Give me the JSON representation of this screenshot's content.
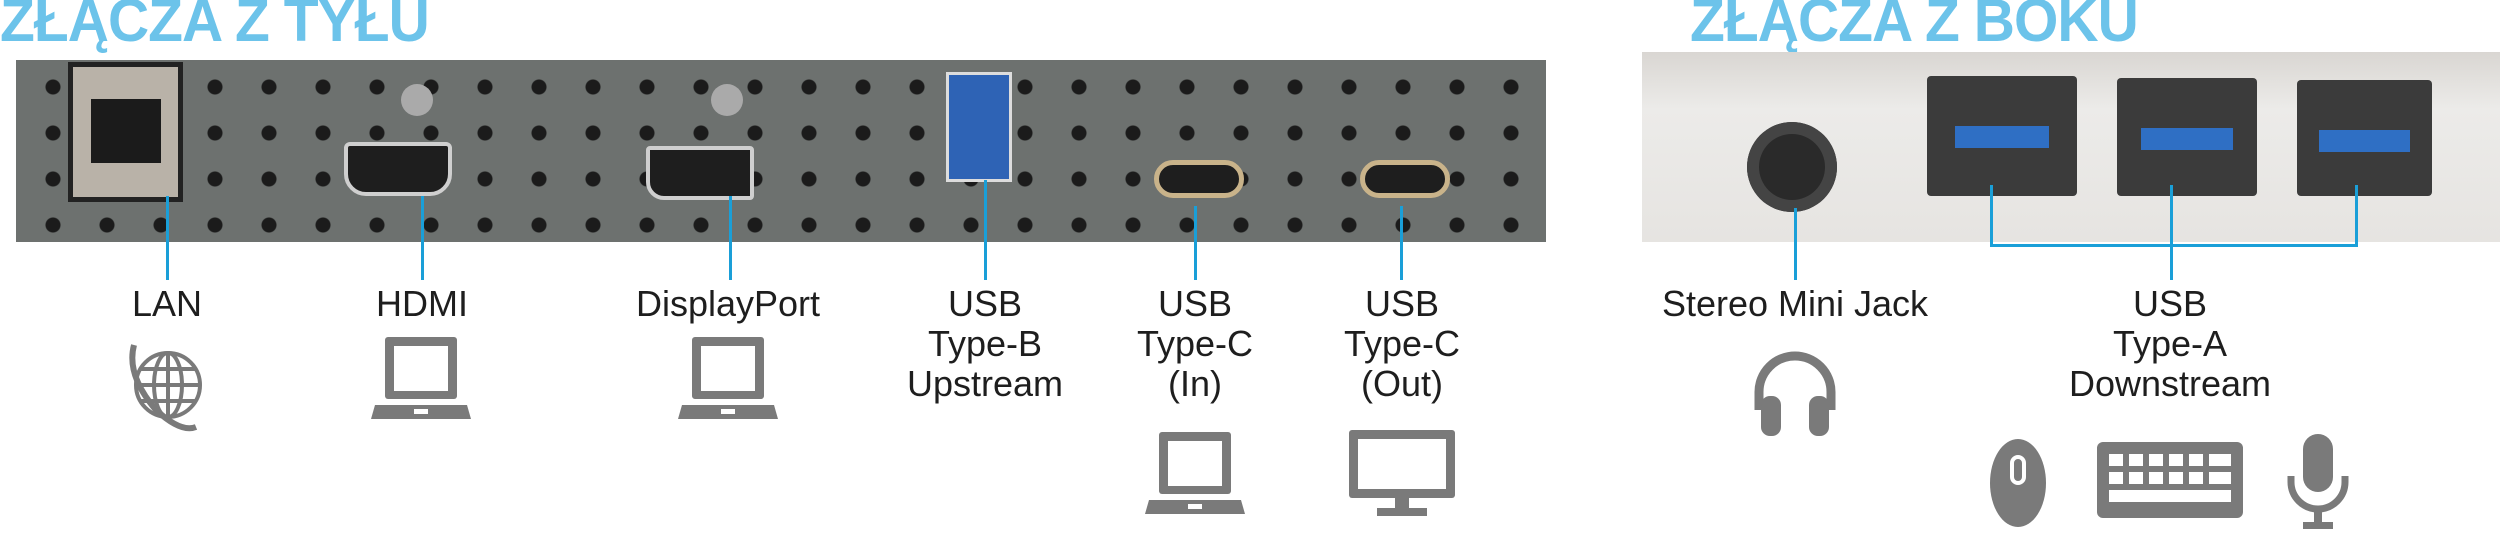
{
  "back": {
    "title": "ZŁĄCZA Z TYŁU",
    "ports": [
      {
        "label_lines": [
          "LAN"
        ],
        "icons": [
          "globe-icon"
        ]
      },
      {
        "label_lines": [
          "HDMI"
        ],
        "icons": [
          "laptop-icon"
        ]
      },
      {
        "label_lines": [
          "DisplayPort"
        ],
        "icons": [
          "laptop-icon"
        ]
      },
      {
        "label_lines": [
          "USB",
          "Type-B",
          "Upstream"
        ],
        "icons": []
      },
      {
        "label_lines": [
          "USB",
          "Type-C",
          "(In)"
        ],
        "icons": [
          "laptop-icon"
        ]
      },
      {
        "label_lines": [
          "USB",
          "Type-C",
          "(Out)"
        ],
        "icons": [
          "monitor-icon"
        ]
      }
    ]
  },
  "side": {
    "title": "ZŁĄCZA Z BOKU",
    "ports": [
      {
        "label_lines": [
          "Stereo Mini Jack"
        ],
        "icons": [
          "headphones-icon"
        ]
      },
      {
        "label_lines": [
          "USB",
          "Type-A",
          "Downstream"
        ],
        "icons": [
          "mouse-icon",
          "keyboard-icon",
          "microphone-icon"
        ]
      }
    ]
  },
  "colors": {
    "accent": "#6cc3ea",
    "line": "#1a9fd8",
    "icon": "#7a7a7a"
  }
}
